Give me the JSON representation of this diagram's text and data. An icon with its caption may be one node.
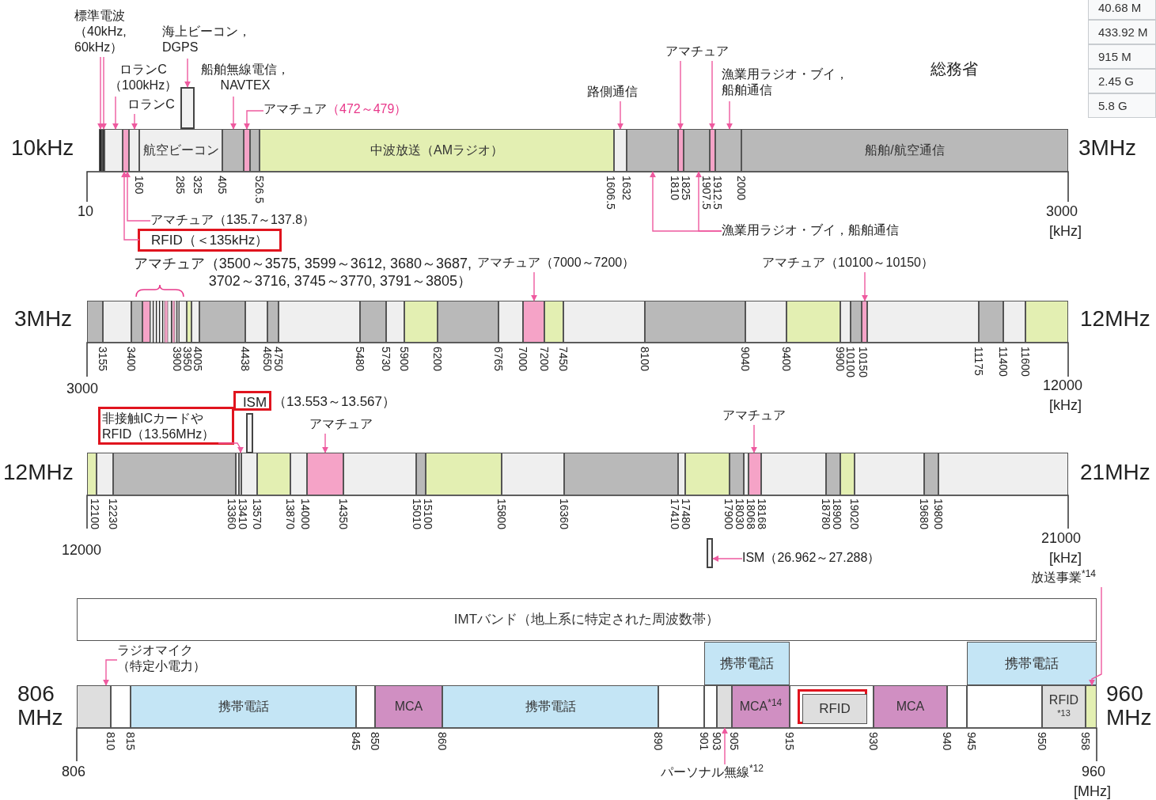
{
  "diagram": {
    "nodes": [
      {
        "text": [
          "標準電波（40kHz, 60kHz）"
        ]
      },
      {
        "text": [
          "ロランC（100kHz）"
        ]
      },
      {
        "text": [
          "ロランC"
        ]
      },
      {
        "text": [
          "海上ビーコン，DGPS"
        ]
      },
      {
        "text": [
          "船舶無線電信，NAVTEX"
        ]
      },
      {
        "text": [
          "アマチュア",
          "（472～479）"
        ]
      },
      {
        "text": [
          "路側通信"
        ]
      },
      {
        "text": [
          "アマチュア"
        ]
      },
      {
        "text": [
          "漁業用ラジオ・ブイ，船舶通信"
        ]
      },
      {
        "text": [],
        "shape": "bar"
      },
      {
        "text": [],
        "shape": "bar"
      },
      {
        "text": [],
        "shape": "bar"
      },
      {
        "text": [],
        "shape": "bar"
      },
      {
        "text": [],
        "shape": "bar"
      },
      {
        "text": [],
        "shape": "box"
      },
      {
        "text": [
          "航空ビーコン"
        ]
      },
      {
        "text": [],
        "shape": "bar"
      },
      {
        "text": [],
        "shape": "bar"
      },
      {
        "text": [
          "中波放送（AMラジオ）"
        ]
      },
      {
        "text": [],
        "shape": "bar"
      },
      {
        "text": [],
        "shape": "bar"
      },
      {
        "text": [],
        "shape": "bar"
      },
      {
        "text": [],
        "shape": "bar"
      },
      {
        "text": [],
        "shape": "bar"
      },
      {
        "text": [],
        "shape": "bar"
      },
      {
        "text": [
          "船舶/航空通信"
        ]
      },
      {
        "text": [
          "アマチュア（135.7～137.8）"
        ]
      },
      {
        "text": [],
        "shape": "box"
      },
      {
        "text": [
          "RFID（＜135kHz）"
        ],
        "in": 27
      },
      {
        "text": [
          "漁業用ラジオ・ブイ，船舶通信"
        ]
      },
      {
        "text": [
          "アマチュア（7000～7200）"
        ]
      },
      {
        "text": [
          "アマチュア（10100～10150）"
        ]
      },
      {
        "text": [],
        "shape": "bar"
      },
      {
        "text": [],
        "shape": "bar"
      },
      {
        "text": [],
        "shape": "box"
      },
      {
        "text": [
          "ISM"
        ],
        "in": 34,
        "beside": [
          "（13.553～13.567）"
        ]
      },
      {
        "text": [],
        "shape": "box"
      },
      {
        "text": [
          "非接触ICカードやRFID（13.56MHz）"
        ],
        "in": 36
      },
      {
        "text": [
          "アマチュア"
        ]
      },
      {
        "text": [
          "アマチュア"
        ]
      },
      {
        "text": [],
        "shape": "bar"
      },
      {
        "text": [],
        "shape": "bar"
      },
      {
        "text": [],
        "shape": "bar"
      },
      {
        "text": [],
        "shape": "box"
      },
      {
        "text": [
          "ISM（26.962～27.288）"
        ]
      },
      {
        "text": [
          "放送事業$^{*14}$"
        ]
      },
      {
        "text": [
          "IMTバンド（地上系に特定された周波数帯）"
        ]
      },
      {
        "text": [
          "ラジオマイク（特定小電力）"
        ]
      },
      {
        "text": [
          "携帯電話"
        ]
      },
      {
        "text": [
          "携帯電話"
        ]
      },
      {
        "text": [],
        "shape": "bar"
      },
      {
        "text": [
          "携帯電話"
        ]
      },
      {
        "text": [
          "MCA"
        ]
      },
      {
        "text": [
          "携帯電話"
        ]
      },
      {
        "text": [],
        "shape": "bar"
      },
      {
        "text": [
          "MCA$^{*14}$"
        ]
      },
      {
        "text": [],
        "shape": "box"
      },
      {
        "text": [
          "RFID"
        ],
        "in": 56
      },
      {
        "text": [
          "MCA"
        ]
      },
      {
        "text": [
          "RFID",
          "*13"
        ]
      },
      {
        "text": [],
        "shape": "bar"
      },
      {
        "text": [
          "パーソナル無線$^{*12}$"
        ]
      }
    ],
    "edges": [
      {
        "from": 0,
        "to": 9,
        "arrow": "to"
      },
      {
        "from": 0,
        "to": 10,
        "arrow": "to"
      },
      {
        "from": 1,
        "to": 11,
        "arrow": "to"
      },
      {
        "from": 2,
        "to": 13,
        "arrow": "to"
      },
      {
        "from": 3,
        "to": 14,
        "arrow": "to"
      },
      {
        "from": 4,
        "to": 16,
        "arrow": "to"
      },
      {
        "from": 5,
        "to": 17,
        "arrow": "to"
      },
      {
        "from": 6,
        "to": 19,
        "arrow": "to"
      },
      {
        "from": 7,
        "to": 21,
        "arrow": "to"
      },
      {
        "from": 7,
        "to": 23,
        "arrow": "to"
      },
      {
        "from": 8,
        "to": 24,
        "arrow": "to"
      },
      {
        "from": 26,
        "to": 12,
        "arrow": "to"
      },
      {
        "from": 28,
        "to": 12,
        "arrow": "to"
      },
      {
        "from": 29,
        "to": 20,
        "arrow": "to"
      },
      {
        "from": 29,
        "to": 22,
        "arrow": "to"
      },
      {
        "from": 30,
        "to": 32,
        "arrow": "to"
      },
      {
        "from": 31,
        "to": 33,
        "arrow": "to"
      },
      {
        "from": 37,
        "to": 40,
        "arrow": "to"
      },
      {
        "from": 38,
        "to": 41,
        "arrow": "to"
      },
      {
        "from": 39,
        "to": 42,
        "arrow": "to"
      },
      {
        "from": 44,
        "to": 43,
        "arrow": "to"
      },
      {
        "from": 45,
        "to": 60,
        "arrow": "to"
      },
      {
        "from": 47,
        "to": 50,
        "arrow": "to"
      },
      {
        "from": 61,
        "to": 54,
        "arrow": "to"
      }
    ],
    "labels": [
      "10kHz",
      "3MHz",
      "160",
      "285",
      "325",
      "405",
      "526.5",
      "1606.5",
      "1632",
      "1810",
      "1825",
      "1907.5",
      "1912.5",
      "2000",
      "10",
      "3000",
      "[kHz]",
      "総務省",
      "40.68 M",
      "433.92 M",
      "915 M",
      "2.45 G",
      "5.8 G",
      "アマチュア（3500～3575, 3599～3612, 3680～3687, 3702～3716, 3745～3770, 3791～3805）",
      "3MHz",
      "12MHz",
      "3155",
      "3400",
      "3900",
      "3950",
      "4005",
      "4438",
      "4650",
      "4750",
      "5480",
      "5730",
      "5900",
      "6200",
      "6765",
      "7000",
      "7200",
      "7450",
      "8100",
      "9040",
      "9400",
      "9900",
      "10100",
      "10150",
      "11175",
      "11400",
      "11600",
      "3000",
      "12000",
      "[kHz]",
      "12MHz",
      "21MHz",
      "12100",
      "12230",
      "13360",
      "13410",
      "13570",
      "13870",
      "14000",
      "14350",
      "15010",
      "15100",
      "15800",
      "16360",
      "17410",
      "17480",
      "17900",
      "18030",
      "18068",
      "18168",
      "18780",
      "18900",
      "19020",
      "19680",
      "19800",
      "12000",
      "21000",
      "[kHz]",
      "806 MHz",
      "960 MHz",
      "810",
      "815",
      "845",
      "850",
      "860",
      "890",
      "901",
      "903",
      "905",
      "915",
      "930",
      "940",
      "945",
      "950",
      "958",
      "806",
      "960",
      "[MHz]"
    ]
  }
}
